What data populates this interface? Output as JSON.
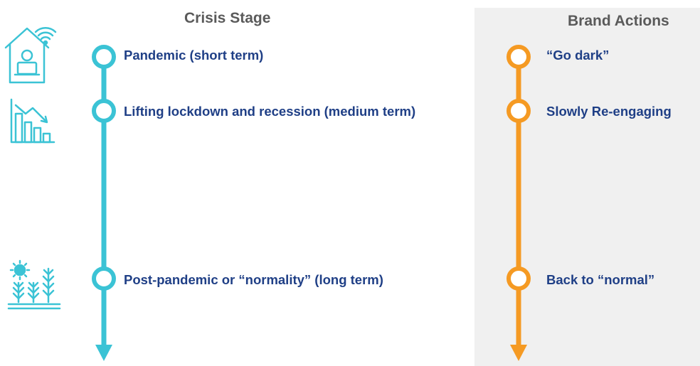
{
  "crisis_stage": {
    "heading": "Crisis Stage",
    "stages": [
      {
        "label": "Pandemic (short term)",
        "icon": "home-office-wifi-icon"
      },
      {
        "label": "Lifting lockdown and recession (medium term)",
        "icon": "declining-bar-chart-icon"
      },
      {
        "label": "Post-pandemic or “normality” (long term)",
        "icon": "sun-and-crops-icon"
      }
    ],
    "color": "#3bc3d5"
  },
  "brand_actions": {
    "heading": "Brand Actions",
    "actions": [
      {
        "label": "“Go dark”"
      },
      {
        "label": "Slowly Re-engaging"
      },
      {
        "label": "Back to “normal”"
      }
    ],
    "color": "#f59a23",
    "panel_color": "#f0f0f0"
  },
  "label_color": "#1f3f86"
}
